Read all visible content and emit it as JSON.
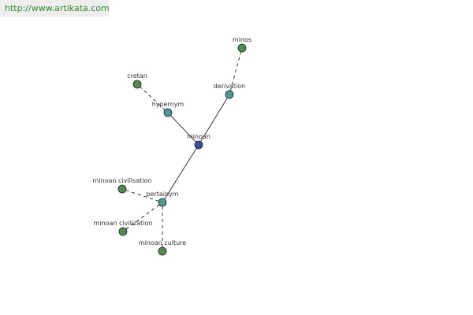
{
  "source_url": "http://www.artikata.com",
  "colors": {
    "center_node": "#3a4f9a",
    "relation_node": "#4a9a96",
    "leaf_node": "#4f8a4f",
    "node_stroke": "#222222",
    "edge": "#000000",
    "url_text": "#2b8a2b"
  },
  "nodes": [
    {
      "id": "minoan",
      "label": "minoan",
      "kind": "center"
    },
    {
      "id": "hypernym",
      "label": "hypernym",
      "kind": "relation"
    },
    {
      "id": "derivation",
      "label": "derivation",
      "kind": "relation"
    },
    {
      "id": "pertainym",
      "label": "pertainym",
      "kind": "relation"
    },
    {
      "id": "cretan",
      "label": "cretan",
      "kind": "leaf"
    },
    {
      "id": "minos",
      "label": "minos",
      "kind": "leaf"
    },
    {
      "id": "minoan_civilisation",
      "label": "minoan civilisation",
      "kind": "leaf"
    },
    {
      "id": "minoan_civilization",
      "label": "minoan civilization",
      "kind": "leaf"
    },
    {
      "id": "minoan_culture",
      "label": "minoan culture",
      "kind": "leaf"
    }
  ],
  "edges": [
    {
      "from": "minoan",
      "to": "hypernym",
      "style": "solid"
    },
    {
      "from": "minoan",
      "to": "derivation",
      "style": "solid"
    },
    {
      "from": "minoan",
      "to": "pertainym",
      "style": "solid"
    },
    {
      "from": "hypernym",
      "to": "cretan",
      "style": "dashed"
    },
    {
      "from": "derivation",
      "to": "minos",
      "style": "dashed"
    },
    {
      "from": "pertainym",
      "to": "minoan_civilisation",
      "style": "dashed"
    },
    {
      "from": "pertainym",
      "to": "minoan_civilization",
      "style": "dashed"
    },
    {
      "from": "pertainym",
      "to": "minoan_culture",
      "style": "dashed"
    }
  ]
}
